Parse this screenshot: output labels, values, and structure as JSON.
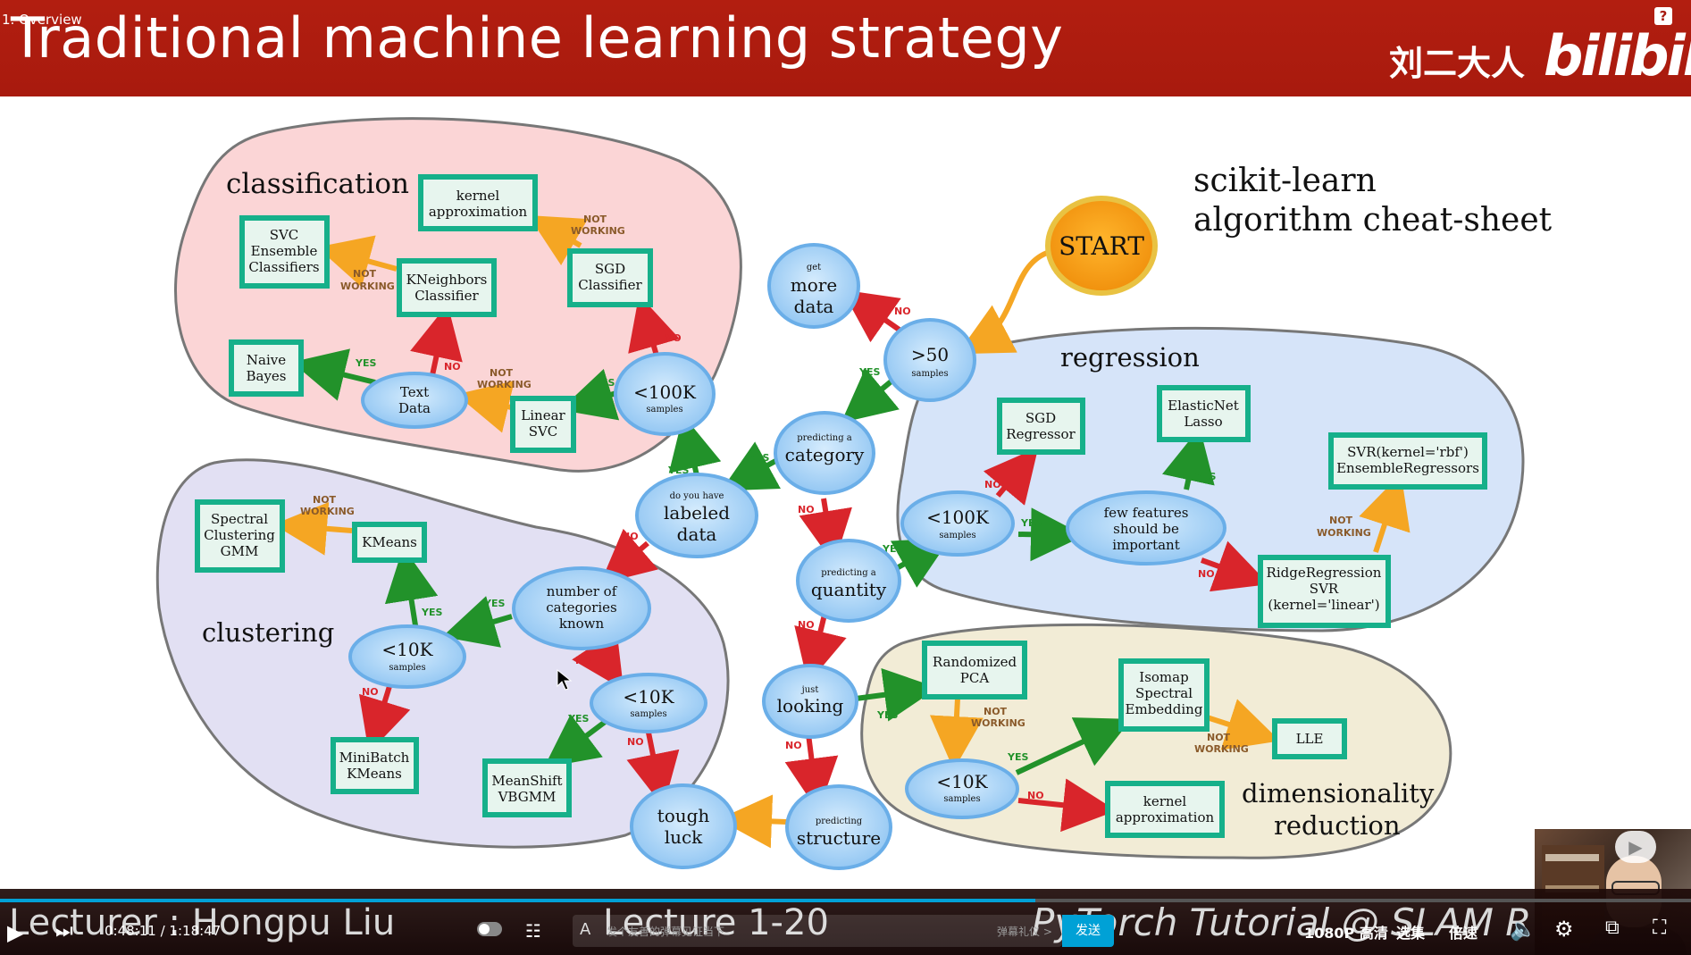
{
  "header": {
    "tab_title": "1. Overview",
    "slide_title": "Traditional machine learning strategy",
    "author_cn": "刘二大人",
    "platform_logo": "bilibili",
    "help_icon": "?"
  },
  "diagram": {
    "heading_line1": "scikit-learn",
    "heading_line2": "algorithm cheat-sheet",
    "regions": {
      "classification": "classification",
      "clustering": "clustering",
      "regression": "regression",
      "dimensionality_line1": "dimensionality",
      "dimensionality_line2": "reduction"
    },
    "nodes": {
      "start": "START",
      "more_data_small": "get",
      "more_data_l1": "more",
      "more_data_l2": "data",
      "gt50": ">50",
      "gt50_sub": "samples",
      "category_small": "predicting a",
      "category": "category",
      "labeled_small": "do you have",
      "labeled_l1": "labeled",
      "labeled_l2": "data",
      "quantity_small": "predicting a",
      "quantity": "quantity",
      "looking_small": "just",
      "looking": "looking",
      "structure_small": "predicting",
      "structure": "structure",
      "tough_l1": "tough",
      "tough_l2": "luck",
      "cls_100k": "<100K",
      "cls_100k_sub": "samples",
      "text_l1": "Text",
      "text_l2": "Data",
      "reg_100k": "<100K",
      "reg_100k_sub": "samples",
      "few_l1": "few features",
      "few_l2": "should be",
      "few_l3": "important",
      "clu_10k": "<10K",
      "clu_10k_sub": "samples",
      "num_cat_l1": "number of",
      "num_cat_l2": "categories",
      "num_cat_l3": "known",
      "clu2_10k": "<10K",
      "clu2_10k_sub": "samples",
      "dim_10k": "<10K",
      "dim_10k_sub": "samples"
    },
    "boxes": {
      "kernel_approx_l1": "kernel",
      "kernel_approx_l2": "approximation",
      "svc_l1": "SVC",
      "svc_l2": "Ensemble",
      "svc_l3": "Classifiers",
      "kneighbors_l1": "KNeighbors",
      "kneighbors_l2": "Classifier",
      "sgd_cls_l1": "SGD",
      "sgd_cls_l2": "Classifier",
      "naive_l1": "Naive",
      "naive_l2": "Bayes",
      "linear_svc_l1": "Linear",
      "linear_svc_l2": "SVC",
      "sgd_reg_l1": "SGD",
      "sgd_reg_l2": "Regressor",
      "elasticnet_l1": "ElasticNet",
      "elasticnet_l2": "Lasso",
      "svr_l1": "SVR(kernel='rbf')",
      "svr_l2": "EnsembleRegressors",
      "ridge_l1": "RidgeRegression",
      "ridge_l2": "SVR",
      "ridge_l3": "(kernel='linear')",
      "spectral_l1": "Spectral",
      "spectral_l2": "Clustering",
      "spectral_l3": "GMM",
      "kmeans": "KMeans",
      "minibatch_l1": "MiniBatch",
      "minibatch_l2": "KMeans",
      "meanshift_l1": "MeanShift",
      "meanshift_l2": "VBGMM",
      "rpca_l1": "Randomized",
      "rpca_l2": "PCA",
      "isomap_l1": "Isomap",
      "isomap_l2": "Spectral",
      "isomap_l3": "Embedding",
      "lle": "LLE",
      "kernel_approx2_l1": "kernel",
      "kernel_approx2_l2": "approximation"
    },
    "labels": {
      "yes": "YES",
      "no": "NO",
      "not": "NOT",
      "working": "WORKING"
    },
    "colors": {
      "yes_arrow": "#22922a",
      "no_arrow": "#d9252b",
      "not_working_arrow": "#f5a623",
      "node_fill": "#a8d2f5",
      "box_fill": "#16b08a",
      "classification_bg": "#fbd5d6",
      "clustering_bg": "#e2e0f3",
      "regression_bg": "#d6e4f9",
      "dimensionality_bg": "#f2ecd6",
      "start_fill": "#f7a21c"
    }
  },
  "footer": {
    "lecturer": "Lecturer : Hongpu Liu",
    "lecture_num": "Lecture 1-20",
    "brand": "PyTorch Tutorial @ SLAM Research"
  },
  "player": {
    "current_time": "0:48:11",
    "duration": "1:18:47",
    "progress": 0.612,
    "danmaku_placeholder": "发个友善的弹幕见证当下",
    "danmaku_etiquette": "弹幕礼仪 >",
    "send_label": "发送",
    "quality": "1080P 高清",
    "episodes": "选集",
    "speed": "倍速"
  }
}
